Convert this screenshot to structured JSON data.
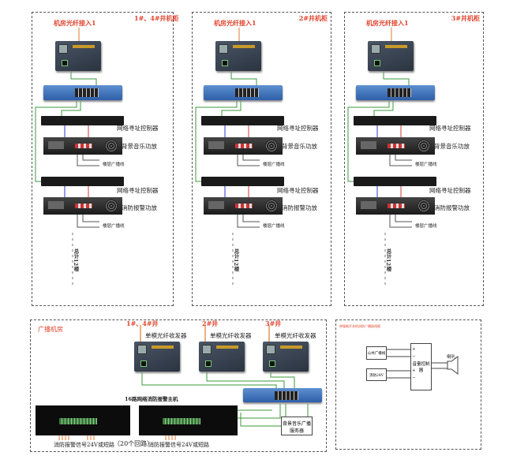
{
  "cabinets": [
    {
      "fiber_label": "机房光纤接入1",
      "cabinet_label": "1#、4#井机柜"
    },
    {
      "fiber_label": "机房光纤接入1",
      "cabinet_label": "2#井机柜"
    },
    {
      "fiber_label": "机房光纤接入1",
      "cabinet_label": "3#井机柜"
    }
  ],
  "cabinet_labels": {
    "controller": "网络寻址控制器",
    "bgm_amp": "背景音乐功放",
    "fire_amp": "消防报警功放",
    "floor_line": "楼层广播线",
    "total_floors": "总计12楼"
  },
  "broadcast_room": {
    "title": "广播机房",
    "feeds": [
      "1#、4#井",
      "2#井",
      "3#井"
    ],
    "transceiver_label": "单模光纤收发器",
    "host_label": "16路网络消防报警主机",
    "signal_label": "消防报警信号24V或短路",
    "loops_label": "（20个回路）",
    "server_label": "背景音乐广播服务器"
  },
  "wiring": {
    "title": "带强制开关的消防广播接线图",
    "input1": "公共广播线",
    "input2": "消防24V",
    "controller": "音量控制器",
    "speaker": "喇叭",
    "plus": "+",
    "minus": "−"
  },
  "colors": {
    "accent_red": "#e0452f",
    "line_green": "#3a9a3a",
    "switch_blue": "#3d6fb8"
  }
}
